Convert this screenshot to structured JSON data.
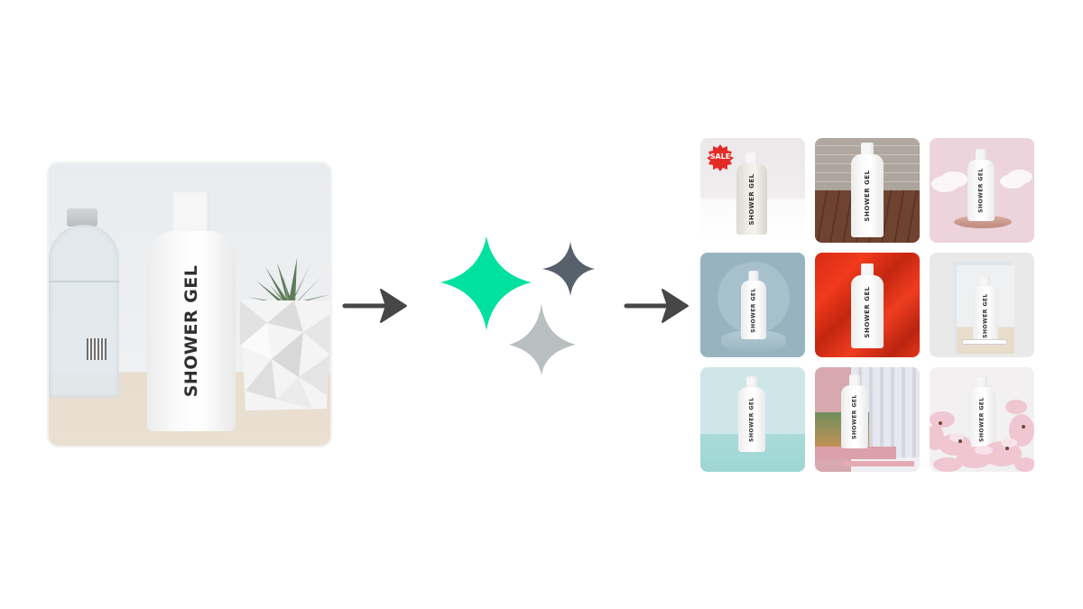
{
  "input_image": {
    "product_label": "SHOWER GEL",
    "scene": "white bottle on wooden table with glass bottle and succulent in geometric white pot"
  },
  "process": {
    "arrow_in": "arrow-right-icon",
    "ai_icon": "sparkles-icon",
    "arrow_out": "arrow-right-icon",
    "colors": {
      "sparkle_large": "#00e09f",
      "sparkle_dark": "#56616b",
      "sparkle_light": "#b9bfc1",
      "arrow": "#474747"
    }
  },
  "output_grid": {
    "tiles": [
      {
        "label": "SHOWER GEL",
        "background": "white studio with sale sticker",
        "badge": "SALE"
      },
      {
        "label": "SHOWER GEL",
        "background": "brick wall and wooden floor"
      },
      {
        "label": "SHOWER GEL",
        "background": "pink sky with clouds and podium"
      },
      {
        "label": "SHOWER GEL",
        "background": "blue arch with round podium"
      },
      {
        "label": "SHOWER GEL",
        "background": "red silk fabric"
      },
      {
        "label": "SHOWER GEL",
        "background": "grey frame with search bar"
      },
      {
        "label": "SHOWER GEL",
        "background": "aqua studio"
      },
      {
        "label": "SHOWER GEL",
        "background": "pink and green blocks with curtain"
      },
      {
        "label": "SHOWER GEL",
        "background": "pink flowers"
      }
    ]
  }
}
